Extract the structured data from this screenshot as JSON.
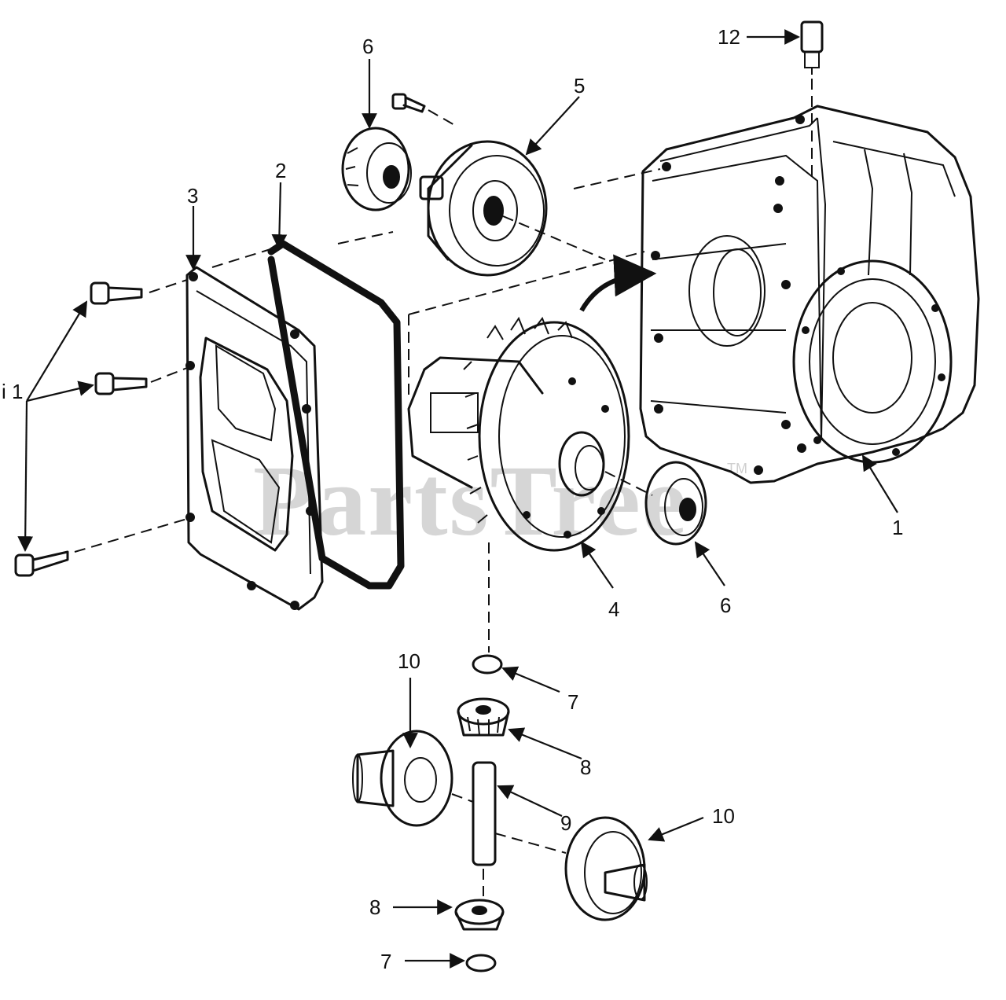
{
  "watermark": {
    "text": "PartsTree",
    "tm": "TM"
  },
  "callouts": [
    {
      "id": "c12",
      "text": "12"
    },
    {
      "id": "c6a",
      "text": "6"
    },
    {
      "id": "c5",
      "text": "5"
    },
    {
      "id": "c2",
      "text": "2"
    },
    {
      "id": "c3",
      "text": "3"
    },
    {
      "id": "c11",
      "text": "i 1"
    },
    {
      "id": "c1",
      "text": "1"
    },
    {
      "id": "c4",
      "text": "4"
    },
    {
      "id": "c6b",
      "text": "6"
    },
    {
      "id": "c10a",
      "text": "10"
    },
    {
      "id": "c7a",
      "text": "7"
    },
    {
      "id": "c8a",
      "text": "8"
    },
    {
      "id": "c9",
      "text": "9"
    },
    {
      "id": "c10b",
      "text": "10"
    },
    {
      "id": "c8b",
      "text": "8"
    },
    {
      "id": "c7b",
      "text": "7"
    }
  ]
}
